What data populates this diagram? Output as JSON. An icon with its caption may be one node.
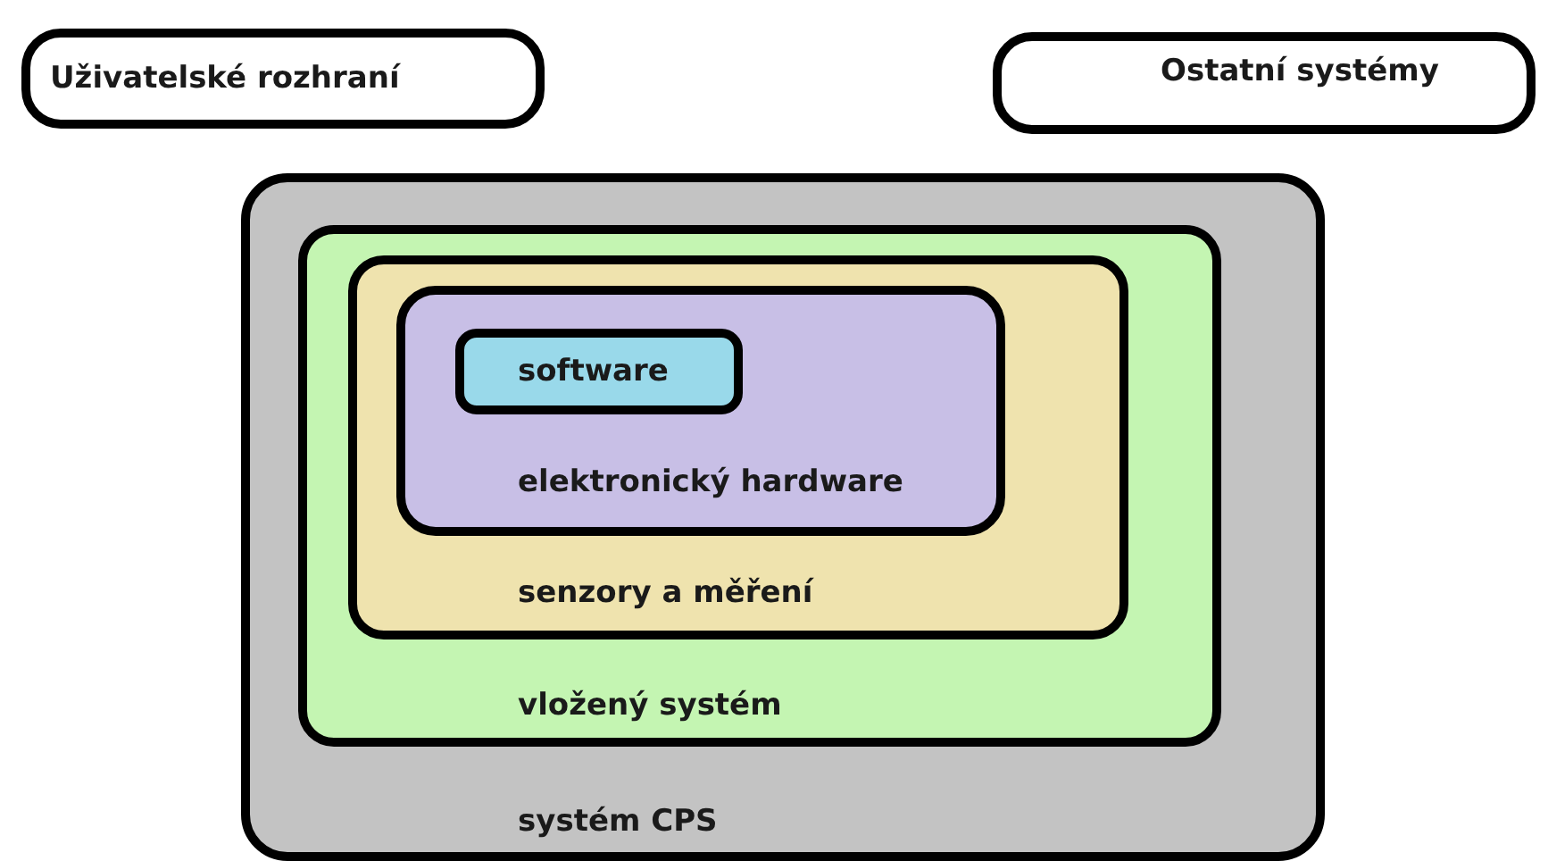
{
  "diagram": {
    "nodes": [
      {
        "text": [
          "Uživatelské rozhraní"
        ]
      },
      {
        "text": [
          "Ostatní systémy"
        ]
      },
      {
        "text": [
          "systém CPS"
        ]
      },
      {
        "text": [
          "vložený systém"
        ],
        "in": 2
      },
      {
        "text": [
          "senzory a měření"
        ],
        "in": 3
      },
      {
        "text": [
          "elektronický hardware"
        ],
        "in": 4
      },
      {
        "text": [
          "software"
        ],
        "in": 5
      }
    ]
  }
}
